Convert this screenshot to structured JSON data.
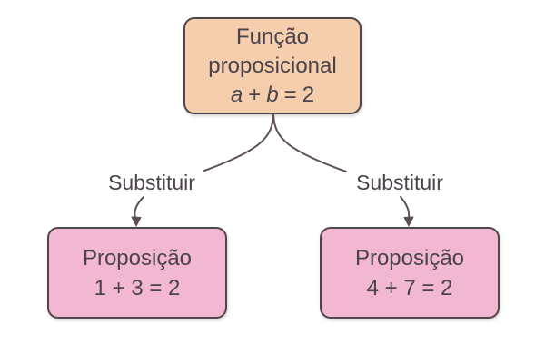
{
  "diagram": {
    "colors": {
      "background": "#ffffff",
      "root_fill": "#f5cfad",
      "leaf_fill": "#f2b8d1",
      "border": "#4f464c",
      "text": "#4b434b",
      "line": "#5d5156"
    },
    "root_node": {
      "title_line1": "Função",
      "title_line2": "proposicional",
      "formula": {
        "var1": "a",
        "operator": "+",
        "var2": "b",
        "equals": "=",
        "result": "2"
      }
    },
    "edges": {
      "left_label": "Substituir",
      "right_label": "Substituir"
    },
    "left_node": {
      "title": "Proposição",
      "formula": "1 + 3 = 2"
    },
    "right_node": {
      "title": "Proposição",
      "formula": "4 + 7 = 2"
    }
  }
}
